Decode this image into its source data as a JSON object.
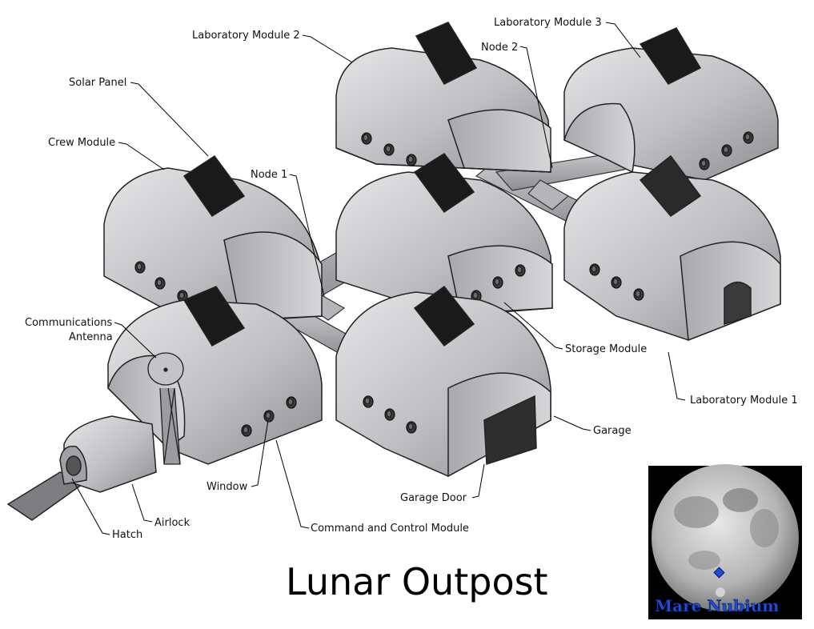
{
  "title": "Lunar Outpost",
  "labels": {
    "lab2": "Laboratory Module 2",
    "lab3": "Laboratory Module 3",
    "node2": "Node 2",
    "solar": "Solar Panel",
    "crew": "Crew Module",
    "node1": "Node 1",
    "comms1": "Communications",
    "comms2": "Antenna",
    "storage": "Storage Module",
    "lab1": "Laboratory Module 1",
    "garage": "Garage",
    "window": "Window",
    "garage_door": "Garage Door",
    "airlock": "Airlock",
    "hatch": "Hatch",
    "command": "Command and Control Module"
  },
  "inset": {
    "label": "Mare Nubium"
  },
  "colors": {
    "module_fill": "#c9c9cc",
    "module_shade": "#9a9a9e",
    "panel": "#1a1a1a",
    "inset_label": "#1e4fd8"
  }
}
